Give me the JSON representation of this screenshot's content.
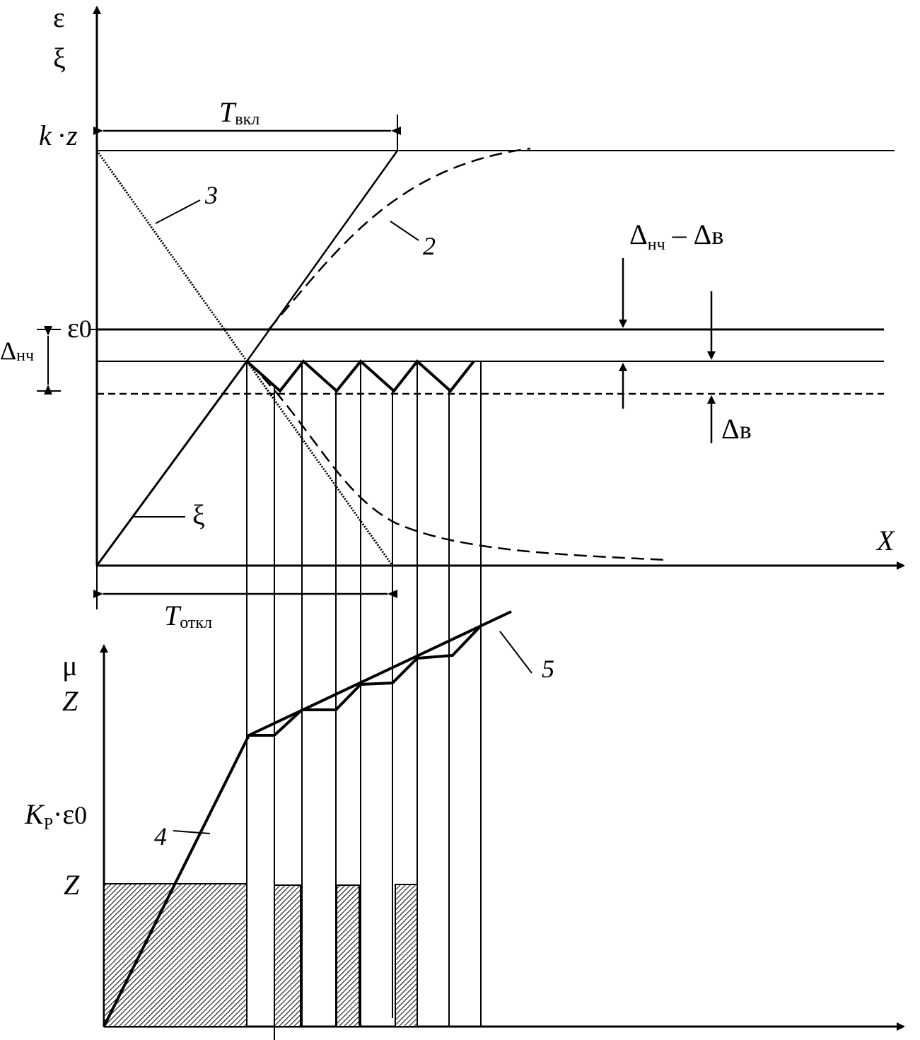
{
  "top_axis": {
    "y_label_1": "ε",
    "y_label_2": "ξ",
    "x_label": "X",
    "kz": {
      "k": "k",
      "dot": "·",
      "z": "z"
    },
    "eps0": {
      "base": "ε",
      "sub": "0"
    },
    "delta_nch": {
      "base": "Δ",
      "sub": "нч"
    }
  },
  "t_on": {
    "base": "T",
    "sub": "вкл"
  },
  "t_off": {
    "base": "T",
    "sub": "откл"
  },
  "band_label": {
    "part1": "Δ",
    "sub": "нч",
    "part2": " – Δ",
    "part3": "в"
  },
  "dv_label": {
    "base": "Δ",
    "tail": "в"
  },
  "curves": {
    "c2": "2",
    "c3": "3",
    "xi": "ξ",
    "c4": "4",
    "c5": "5"
  },
  "bottom_axis": {
    "y_label_1": "μ",
    "y_label_2": "Z",
    "kp": {
      "k": "K",
      "sub": "P",
      "dot": "·",
      "eps": "ε",
      "eps_sub": "0"
    },
    "z_level": "Z"
  },
  "colors": {
    "ink": "#000000",
    "background": "#ffffff"
  }
}
